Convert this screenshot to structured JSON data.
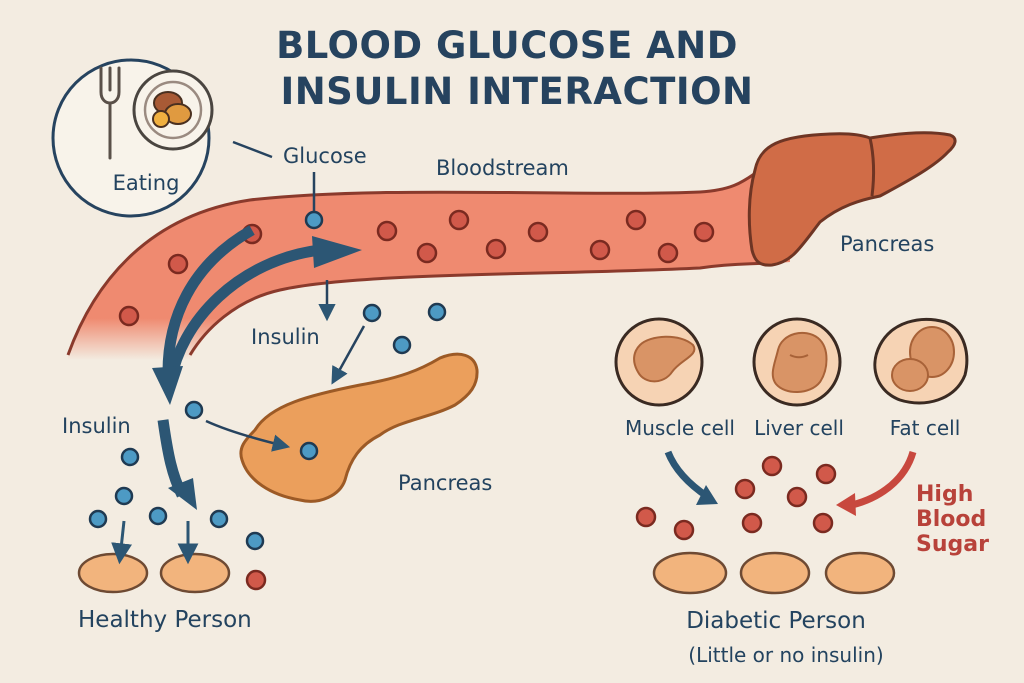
{
  "title": {
    "line1": "BLOOD GLUCOSE AND",
    "line2": "INSULIN INTERACTION"
  },
  "labels": {
    "eating": "Eating",
    "glucose": "Glucose",
    "bloodstream": "Bloodstream",
    "pancreas_top": "Pancreas",
    "insulin_center": "Insulin",
    "insulin_left": "Insulin",
    "pancreas_center": "Pancreas",
    "healthy_person": "Healthy Person",
    "muscle_cell": "Muscle cell",
    "liver_cell": "Liver cell",
    "fat_cell": "Fat cell",
    "high_blood_sugar": [
      "High",
      "Blood",
      "Sugar"
    ],
    "diabetic_person": "Diabetic Person",
    "diabetic_note": "(Little or no insulin)"
  },
  "colors": {
    "background": "#f3ece1",
    "title": "#26435f",
    "text": "#23435f",
    "vessel": "#ef8a70",
    "vessel_outline": "#8a3a2c",
    "red_cell": "#d1594a",
    "insulin": "#4d9ac4",
    "arrow_blue": "#2c5674",
    "arrow_red": "#c8483e",
    "liver": "#d06c47",
    "pancreas": "#eb9f5c",
    "body_cell": "#f2b47d",
    "cell_outline": "#6e4a33",
    "warning_text": "#b8423a"
  },
  "icons": {
    "eating": "fork-and-plate-icon"
  }
}
